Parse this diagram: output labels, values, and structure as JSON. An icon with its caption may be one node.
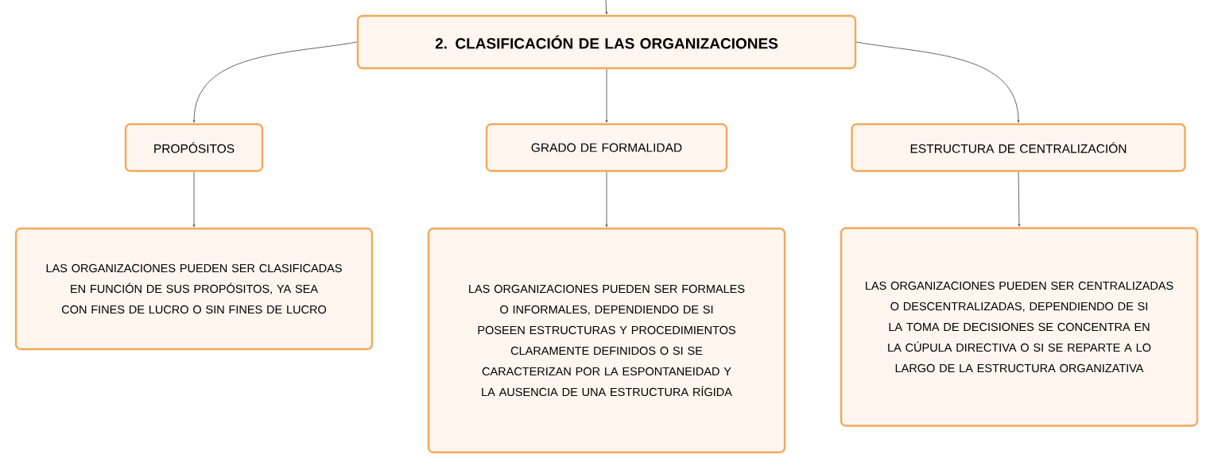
{
  "diagram": {
    "nodes": [
      {
        "text": [
          "2. CLASIFICACIÓN DE LAS ORGANIZACIONES"
        ]
      },
      {
        "text": [
          "PROPÓSITOS"
        ]
      },
      {
        "text": [
          "GRADO DE FORMALIDAD"
        ]
      },
      {
        "text": [
          "ESTRUCTURA DE CENTRALIZACIÓN"
        ]
      },
      {
        "text": [
          "LAS ORGANIZACIONES PUEDEN SER CLASIFICADAS EN FUNCIÓN DE SUS PROPÓSITOS, YA SEA CON FINES DE LUCRO O SIN FINES DE LUCRO"
        ]
      },
      {
        "text": [
          "LAS ORGANIZACIONES PUEDEN SER FORMALES O INFORMALES, DEPENDIENDO DE SI POSEEN ESTRUCTURAS Y PROCEDIMIENTOS CLARAMENTE DEFINIDOS O SI SE CARACTERIZAN POR LA ESPONTANEIDAD Y LA AUSENCIA DE UNA ESTRUCTURA RÍGIDA"
        ]
      },
      {
        "text": [
          "LAS ORGANIZACIONES PUEDEN SER CENTRALIZADAS O DESCENTRALIZADAS, DEPENDIENDO DE SI LA TOMA DE DECISIONES SE CONCENTRA EN LA CÚPULA DIRECTIVA O SI SE REPARTE A LO LARGO DE LA ESTRUCTURA ORGANIZATIVA"
        ]
      }
    ],
    "edges": [
      {
        "from": null,
        "to": 0,
        "arrow": "to"
      },
      {
        "from": 0,
        "to": 1,
        "arrow": "to"
      },
      {
        "from": 0,
        "to": 2,
        "arrow": "to"
      },
      {
        "from": 0,
        "to": 3,
        "arrow": "to"
      },
      {
        "from": 1,
        "to": 4,
        "arrow": "to"
      },
      {
        "from": 2,
        "to": 5,
        "arrow": "to"
      },
      {
        "from": 3,
        "to": 6,
        "arrow": "to"
      }
    ]
  }
}
